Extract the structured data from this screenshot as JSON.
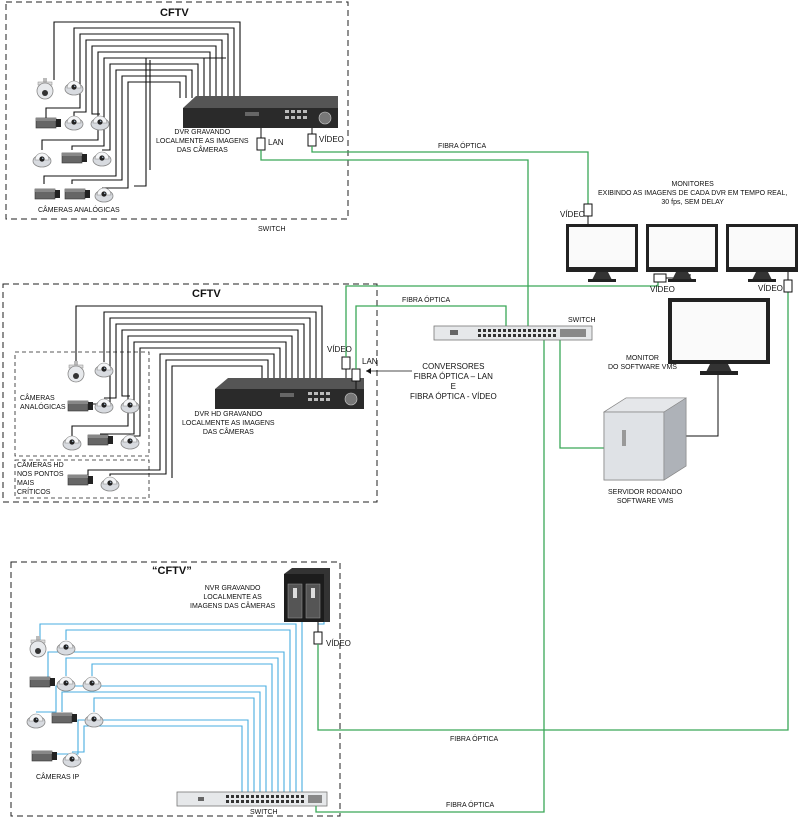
{
  "sections": {
    "top": {
      "title": "CFTV",
      "dvr_label": "DVR GRAVANDO\nLOCALMENTE AS IMAGENS\nDAS CÂMERAS",
      "cameras_label": "CÂMERAS ANALÓGICAS",
      "lan_label": "LAN",
      "video_label": "VÍDEO",
      "switch_label": "SWITCH"
    },
    "middle": {
      "title": "CFTV",
      "dvr_label": "DVR HD GRAVANDO\nLOCALMENTE AS IMAGENS\nDAS CÂMERAS",
      "analog_label": "CÂMERAS\nANALÓGICAS",
      "hd_label": "CÂMERAS HD\nNOS PONTOS\nMAIS\nCRÍTICOS",
      "video_label": "VÍDEO",
      "lan_label": "LAN",
      "converters_label": "CONVERSORES\nFIBRA ÓPTICA – LAN\nE\nFIBRA ÓPTICA - VÍDEO"
    },
    "bottom": {
      "title": "“CFTV”",
      "nvr_label": "NVR GRAVANDO\nLOCALMENTE AS\nIMAGENS DAS CÂMERAS",
      "cameras_label": "CÂMERAS IP",
      "switch_label": "SWITCH",
      "video_label": "VÍDEO"
    },
    "central": {
      "fiber_label_1": "FIBRA ÓPTICA",
      "fiber_label_2": "FIBRA ÓPTICA",
      "fiber_label_3": "FIBRA ÓPTICA",
      "fiber_label_4": "FIBRA ÓPTICA",
      "switch_label": "SWITCH",
      "monitors_label": "MONITORES\nEXIBINDO AS IMAGENS DE CADA DVR EM TEMPO REAL,\n30 fps, SEM DELAY",
      "video_label_1": "VÍDEO",
      "video_label_2": "VÍDEO",
      "video_label_3": "VÍDEO",
      "vms_monitor_label": "MONITOR\nDO SOFTWARE VMS",
      "server_label": "SERVIDOR RODANDO\nSOFTWARE VMS"
    }
  },
  "colors": {
    "fiber": "#3aa757",
    "ip_cable": "#49aee0",
    "coax": "#111111"
  },
  "icons": [
    "dome-camera-icon",
    "ptz-camera-icon",
    "box-camera-icon",
    "dvr-icon",
    "nvr-icon",
    "switch-icon",
    "monitor-icon",
    "server-icon"
  ]
}
